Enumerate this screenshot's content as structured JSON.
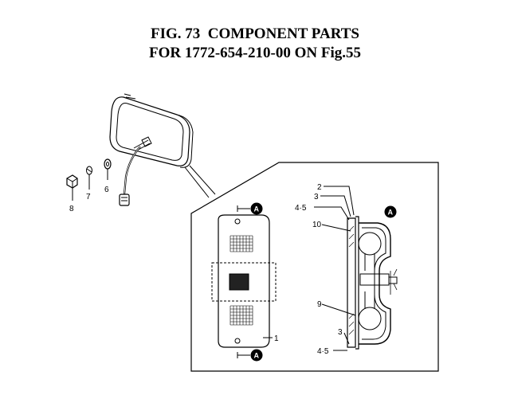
{
  "title": {
    "line1": "FIG. 73  COMPONENT PARTS",
    "line2": "FOR 1772-654-210-00 ON Fig.55"
  },
  "section_view": "A",
  "callouts": {
    "c1": "1",
    "c2": "2",
    "c3a": "3",
    "c3b": "3",
    "c45a": "4·5",
    "c45b": "4·5",
    "c6": "6",
    "c7": "7",
    "c8": "8",
    "c9": "9",
    "c10": "10"
  }
}
